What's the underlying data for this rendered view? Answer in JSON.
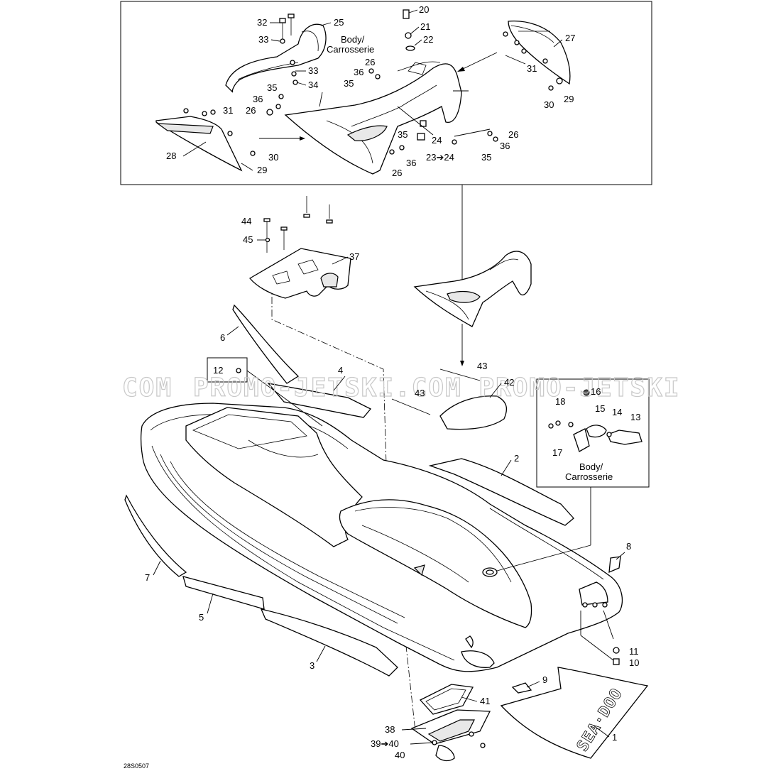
{
  "reference_code": "28S0507",
  "watermark": {
    "left": "COM",
    "right": "PROMO-JETSKI.COM PROMO-JETSKI"
  },
  "body_labels": {
    "top": "Body/\nCarrosserie",
    "top_line1": "Body/",
    "top_line2": "Carrosserie",
    "right_line1": "Body/",
    "right_line2": "Carrosserie"
  },
  "callouts": {
    "c1": "1",
    "c2": "2",
    "c3": "3",
    "c4": "4",
    "c5": "5",
    "c6": "6",
    "c7": "7",
    "c8": "8",
    "c9": "9",
    "c10": "10",
    "c11": "11",
    "c12": "12",
    "c13": "13",
    "c14": "14",
    "c15": "15",
    "c16": "16",
    "c17": "17",
    "c18": "18",
    "c20": "20",
    "c21": "21",
    "c22": "22",
    "c23_24": "23➔24",
    "c24": "24",
    "c25": "25",
    "c26a": "26",
    "c26b": "26",
    "c26c": "26",
    "c26d": "26",
    "c27": "27",
    "c28": "28",
    "c29a": "29",
    "c29b": "29",
    "c30a": "30",
    "c30b": "30",
    "c31a": "31",
    "c31b": "31",
    "c32": "32",
    "c33a": "33",
    "c33b": "33",
    "c34": "34",
    "c35a": "35",
    "c35b": "35",
    "c35c": "35",
    "c35d": "35",
    "c36a": "36",
    "c36b": "36",
    "c36c": "36",
    "c36d": "36",
    "c37": "37",
    "c38": "38",
    "c39_40": "39➔40",
    "c40": "40",
    "c41": "41",
    "c42": "42",
    "c43a": "43",
    "c43b": "43",
    "c44": "44",
    "c45": "45"
  },
  "icons": [
    "bolt-icon",
    "nut-icon",
    "washer-icon",
    "arrow-icon"
  ],
  "colors": {
    "line": "#000000",
    "watermark": "#c8c8c8",
    "background": "#ffffff"
  }
}
